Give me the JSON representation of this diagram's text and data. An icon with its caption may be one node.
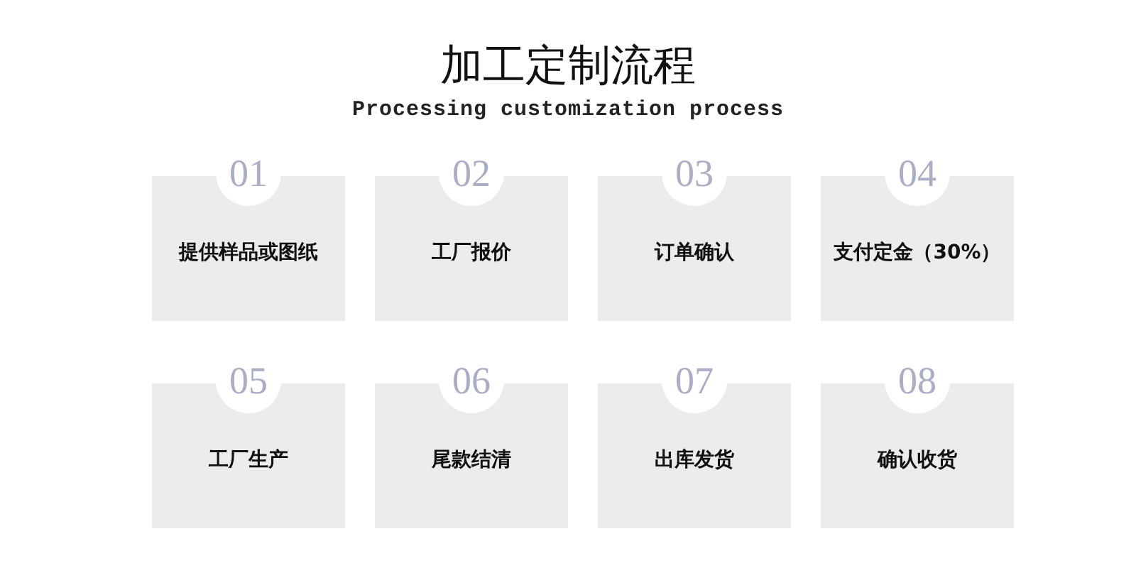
{
  "diagram": {
    "title": "加工定制流程",
    "caption": "Processing customization process",
    "nodes": [
      {
        "text": [
          "01",
          "提供样品或图纸"
        ]
      },
      {
        "text": [
          "02",
          "工厂报价"
        ]
      },
      {
        "text": [
          "03",
          "订单确认"
        ]
      },
      {
        "text": [
          "04",
          "支付定金（30%）"
        ]
      },
      {
        "text": [
          "05",
          "工厂生产"
        ]
      },
      {
        "text": [
          "06",
          "尾款结清"
        ]
      },
      {
        "text": [
          "07",
          "出库发货"
        ]
      },
      {
        "text": [
          "08",
          "确认收货"
        ]
      }
    ]
  }
}
